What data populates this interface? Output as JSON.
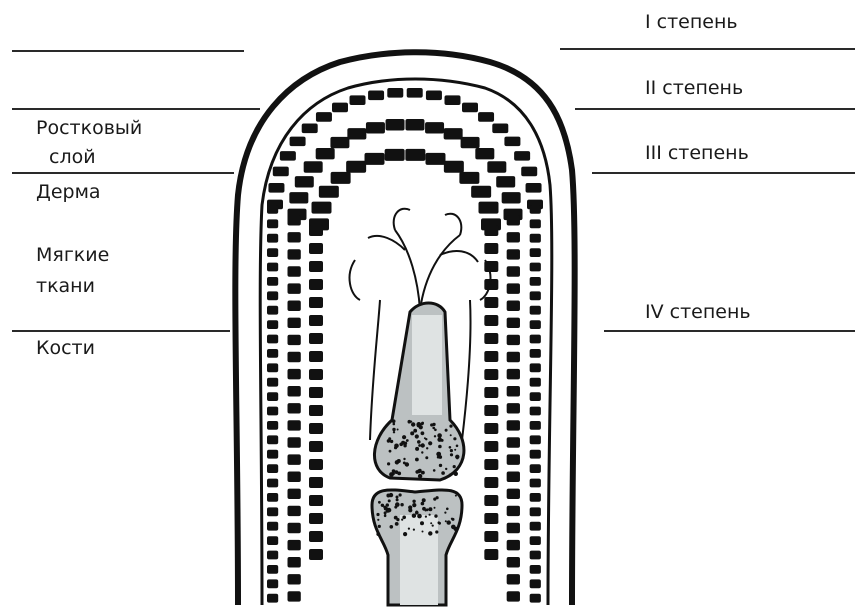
{
  "labels": {
    "degree_1": "I степень",
    "degree_2": "II степень",
    "degree_3": "III степень",
    "degree_4": "IV степень",
    "germinal_layer_line1": "Ростковый",
    "germinal_layer_line2": "слой",
    "dermis": "Дерма",
    "soft_tissue_line1": "Мягкие",
    "soft_tissue_line2": "ткани",
    "bones": "Кости"
  },
  "colors": {
    "ink": "#111111",
    "bone_fill": "#b8bdbe",
    "background_text": "#d8d8d8"
  }
}
